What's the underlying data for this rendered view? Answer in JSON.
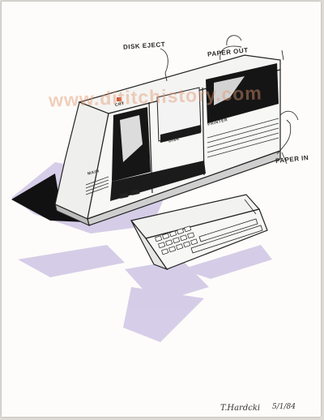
{
  "labels": {
    "disk_eject": "DISK EJECT",
    "paper_out": "PAPER OUT",
    "paper_in": "PAPER IN",
    "crt": "CRT",
    "disk": "DISK",
    "printer": "PRINTER",
    "main": "MAIN"
  },
  "watermark": "www.dititchistory.com",
  "signature": {
    "name": "T.Hardcki",
    "date": "5/1/84"
  },
  "colors": {
    "ink": "#151515",
    "shadow": "#b6a8d8",
    "watermark": "#e2966e",
    "paper": "#fdfcfa"
  }
}
